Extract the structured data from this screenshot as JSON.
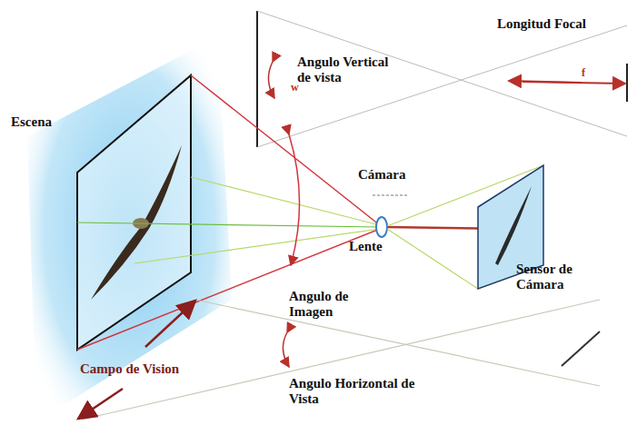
{
  "diagram": {
    "labels": [
      "Longitud Focal",
      "Angulo Vertical de vista",
      "w",
      "f",
      "Escena",
      "Cámara",
      "Lente",
      "Sensor de Cámara",
      "Angulo de Imagen",
      "Campo de Vision",
      "Angulo Horizontal de Vista"
    ]
  }
}
